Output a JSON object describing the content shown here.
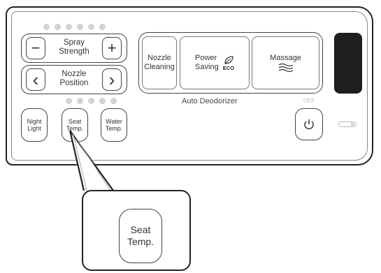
{
  "panel": {
    "spray": {
      "label_line1": "Spray",
      "label_line2": "Strength",
      "minus": "−",
      "plus": "+"
    },
    "nozzle_position": {
      "label_line1": "Nozzle",
      "label_line2": "Position",
      "left": "‹",
      "right": "›"
    },
    "night_light": {
      "line1": "Night",
      "line2": "Light"
    },
    "seat_temp": {
      "line1": "Seat",
      "line2": "Temp."
    },
    "water_temp": {
      "line1": "Water",
      "line2": "Temp."
    },
    "nozzle_cleaning": {
      "line1": "Nozzle",
      "line2": "Cleaning"
    },
    "power_saving": {
      "line1": "Power",
      "line2": "Saving",
      "eco": "ECO"
    },
    "massage": {
      "label": "Massage",
      "icon": "wave-icon"
    },
    "auto_deodorizer": "Auto Deodorizer",
    "off_label": "OFF",
    "power_icon": "power-icon"
  },
  "callout": {
    "line1": "Seat",
    "line2": "Temp."
  }
}
